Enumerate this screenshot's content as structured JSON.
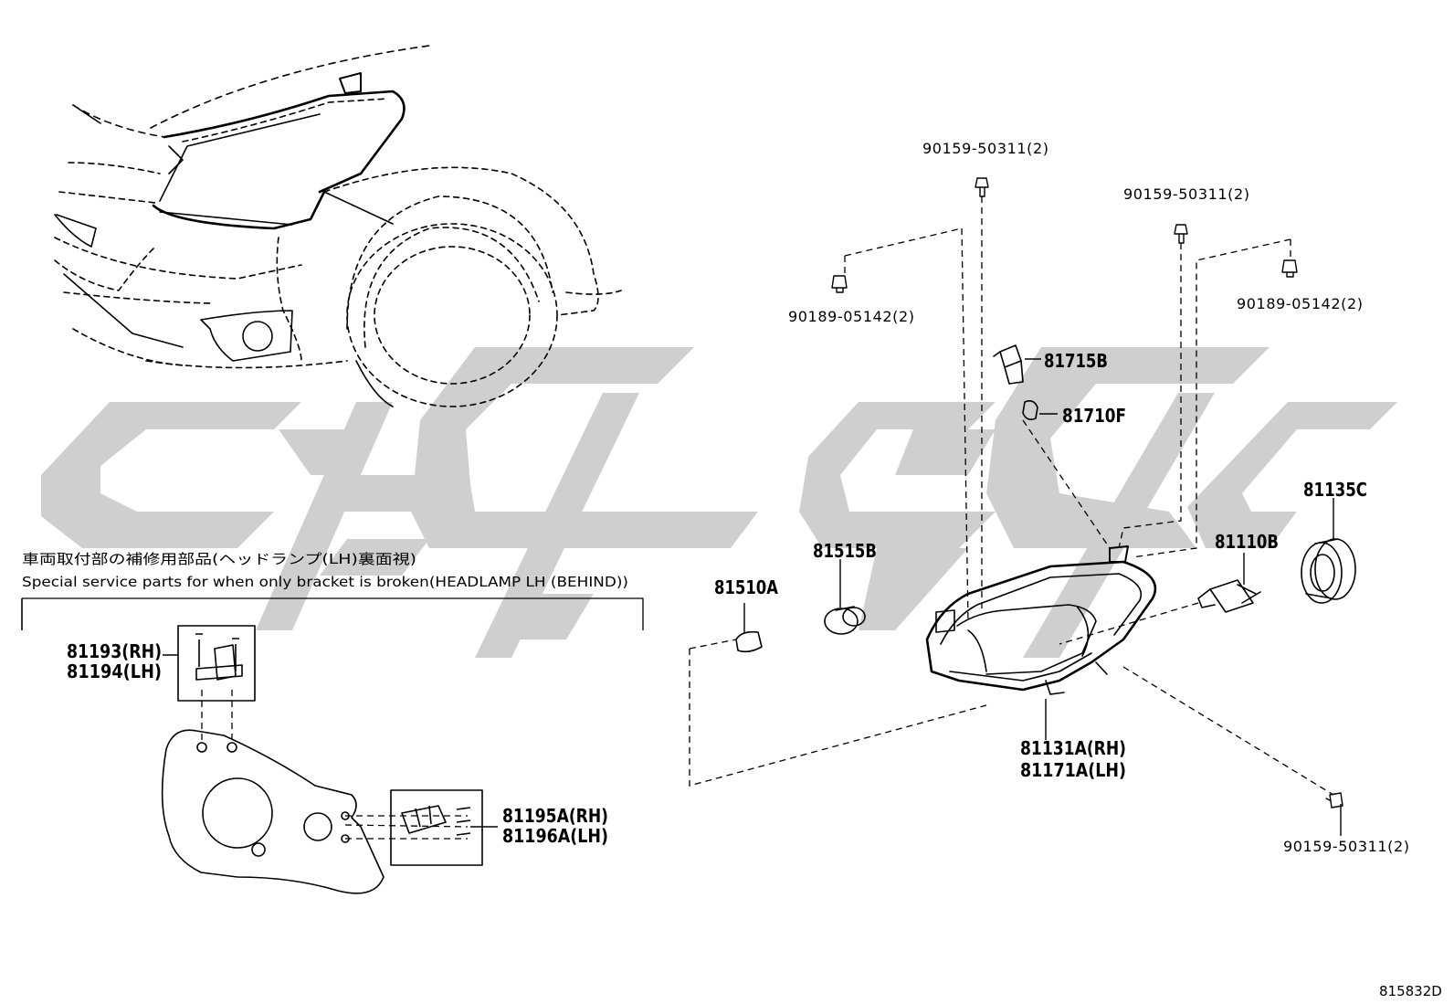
{
  "callouts": {
    "bolt_top_center": "90159-50311(2)",
    "bolt_top_right": "90159-50311(2)",
    "nut_left": "90189-05142(2)",
    "nut_right": "90189-05142(2)",
    "p81715B": "81715B",
    "p81710F": "81710F",
    "p81135C": "81135C",
    "p81110B": "81110B",
    "p81515B": "81515B",
    "p81510A": "81510A",
    "headlamp_rh": "81131A(RH)",
    "headlamp_lh": "81171A(LH)",
    "bolt_bottom_right": "90159-50311(2)",
    "bracket_top_rh": "81193(RH)",
    "bracket_top_lh": "81194(LH)",
    "bracket_side_rh": "81195A(RH)",
    "bracket_side_lh": "81196A(LH)"
  },
  "note": {
    "japanese": "車両取付部の補修用部品(ヘッドランプ(LH)裏面視)",
    "english": "Special service parts for when only bracket is broken(HEADLAMP LH (BEHIND))"
  },
  "figure_code": "815832D",
  "watermark_color": "#cfcfcf"
}
